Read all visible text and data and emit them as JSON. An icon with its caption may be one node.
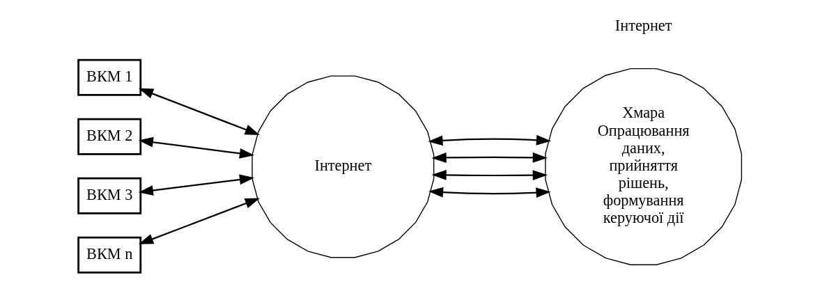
{
  "diagram": {
    "nodes": [
      {
        "text": [
          "ВКМ 1"
        ]
      },
      {
        "text": [
          "ВКМ 2"
        ]
      },
      {
        "text": [
          "ВКМ 3"
        ]
      },
      {
        "text": [
          "ВКМ n"
        ]
      },
      {
        "text": [
          "Інтернет"
        ]
      },
      {
        "text": [
          "Хмара",
          "Опрацювання даних, прийняття рішень, формування керуючої дії"
        ]
      }
    ],
    "edges": [
      {
        "from": 0,
        "to": 4,
        "arrow": "both"
      },
      {
        "from": 1,
        "to": 4,
        "arrow": "both"
      },
      {
        "from": 2,
        "to": 4,
        "arrow": "both"
      },
      {
        "from": 3,
        "to": 4,
        "arrow": "both"
      },
      {
        "from": 4,
        "to": 5,
        "arrow": "both"
      },
      {
        "from": 4,
        "to": 5,
        "arrow": "both"
      },
      {
        "from": 4,
        "to": 5,
        "arrow": "both"
      },
      {
        "from": 4,
        "to": 5,
        "arrow": "both"
      }
    ],
    "labels": [
      "Інтернет"
    ]
  }
}
